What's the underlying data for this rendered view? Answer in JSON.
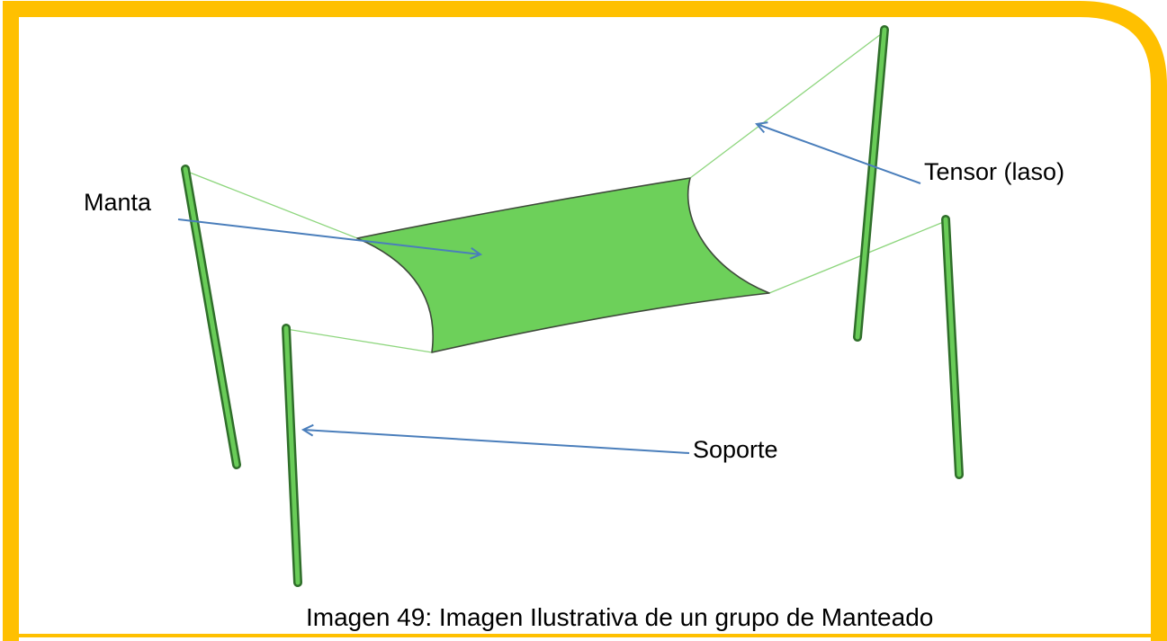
{
  "labels": {
    "manta": "Manta",
    "tensor": "Tensor (laso)",
    "soporte": "Soporte"
  },
  "caption": "Imagen 49: Imagen Ilustrativa de un grupo de Manteado",
  "colors": {
    "frame": "#FFC000",
    "canopy": "#6DD05A",
    "canopy_edge": "#3E4A3A",
    "pole": "#5FBF4F",
    "pole_dark": "#2F6E2A",
    "cable": "#8ED67E",
    "arrow": "#4A7EBB"
  }
}
